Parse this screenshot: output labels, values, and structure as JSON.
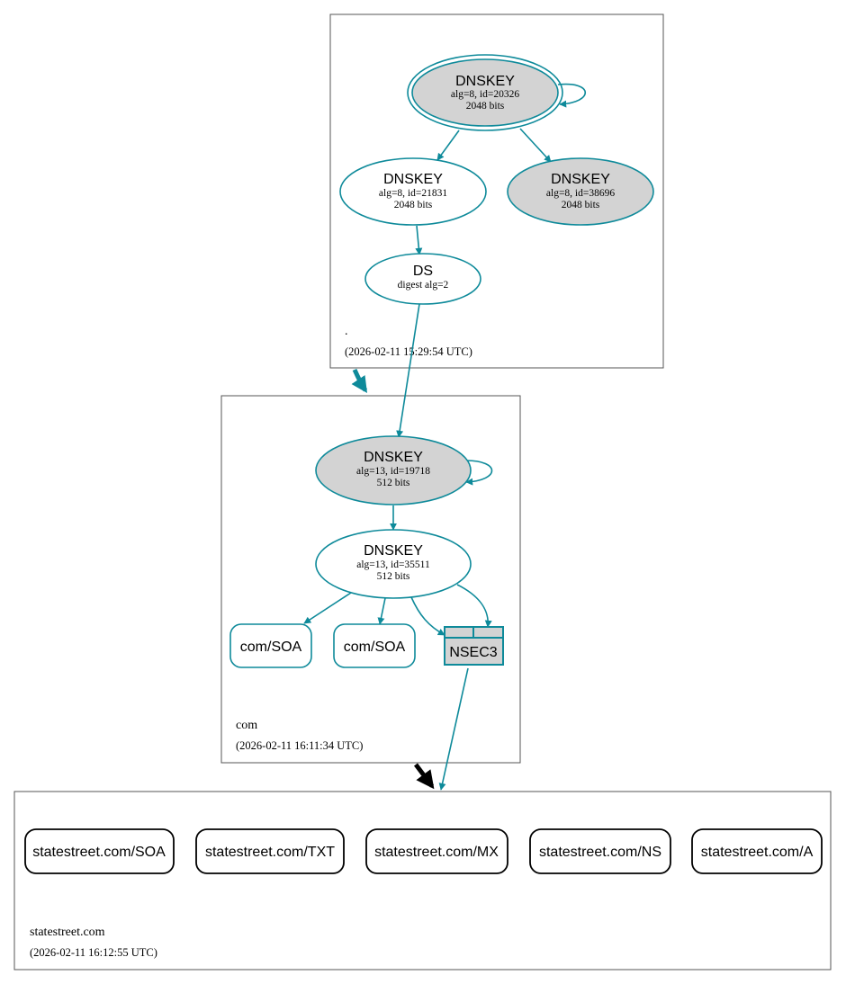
{
  "colors": {
    "accent": "#0e8a9a",
    "node_fill_gray": "#d3d3d3",
    "zone_border": "#555555",
    "black": "#000000"
  },
  "zones": {
    "root": {
      "name": ".",
      "timestamp": "(2026-02-11 15:29:54 UTC)"
    },
    "com": {
      "name": "com",
      "timestamp": "(2026-02-11 16:11:34 UTC)"
    },
    "statestreet": {
      "name": "statestreet.com",
      "timestamp": "(2026-02-11 16:12:55 UTC)"
    }
  },
  "nodes": {
    "root_ksk": {
      "title": "DNSKEY",
      "line1": "alg=8, id=20326",
      "line2": "2048 bits"
    },
    "root_zsk1": {
      "title": "DNSKEY",
      "line1": "alg=8, id=21831",
      "line2": "2048 bits"
    },
    "root_zsk2": {
      "title": "DNSKEY",
      "line1": "alg=8, id=38696",
      "line2": "2048 bits"
    },
    "com_ds": {
      "title": "DS",
      "line1": "digest alg=2"
    },
    "com_ksk": {
      "title": "DNSKEY",
      "line1": "alg=13, id=19718",
      "line2": "512 bits"
    },
    "com_zsk": {
      "title": "DNSKEY",
      "line1": "alg=13, id=35511",
      "line2": "512 bits"
    },
    "com_soa1": {
      "label": "com/SOA"
    },
    "com_soa2": {
      "label": "com/SOA"
    },
    "com_nsec3": {
      "label": "NSEC3"
    }
  },
  "records": [
    "statestreet.com/SOA",
    "statestreet.com/TXT",
    "statestreet.com/MX",
    "statestreet.com/NS",
    "statestreet.com/A"
  ]
}
